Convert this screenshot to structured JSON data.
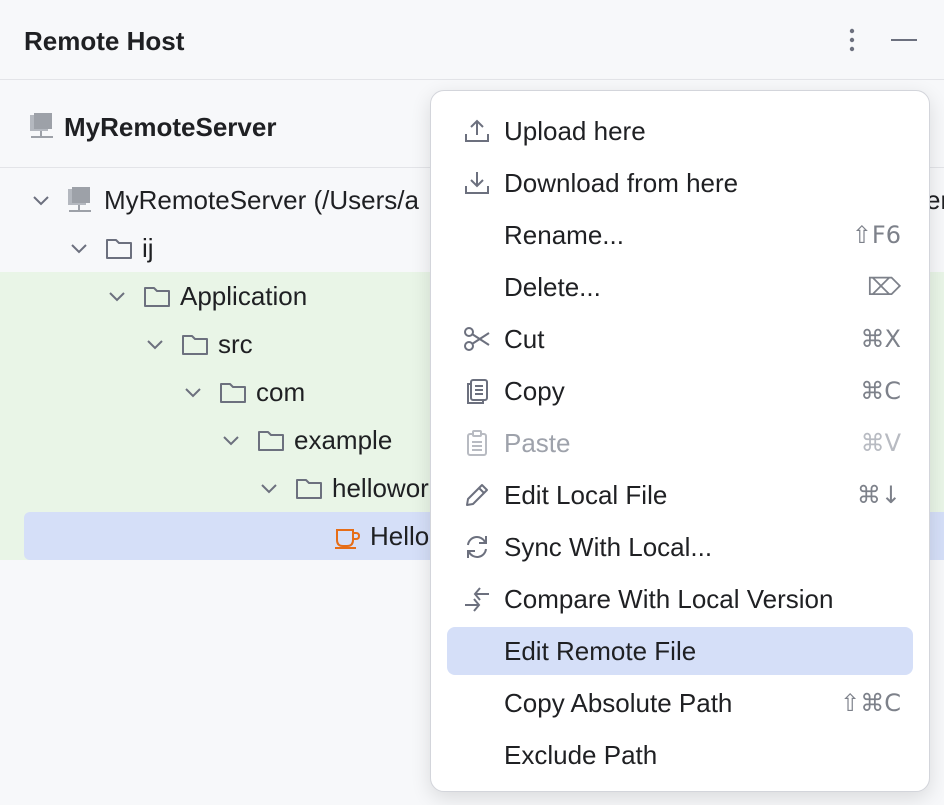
{
  "header": {
    "title": "Remote Host"
  },
  "server": {
    "name": "MyRemoteServer"
  },
  "tree": [
    {
      "label": "MyRemoteServer (/Users/a",
      "kind": "server",
      "depth": 0,
      "expanded": true
    },
    {
      "label": "ij",
      "kind": "folder",
      "depth": 1,
      "expanded": true
    },
    {
      "label": "Application",
      "kind": "folder",
      "depth": 2,
      "expanded": true,
      "vcs": true
    },
    {
      "label": "src",
      "kind": "folder",
      "depth": 3,
      "expanded": true,
      "vcs": true
    },
    {
      "label": "com",
      "kind": "folder",
      "depth": 4,
      "expanded": true,
      "vcs": true
    },
    {
      "label": "example",
      "kind": "folder",
      "depth": 5,
      "expanded": true,
      "vcs": true
    },
    {
      "label": "hellowor",
      "kind": "folder",
      "depth": 6,
      "expanded": true,
      "vcs": true
    },
    {
      "label": "Hello",
      "kind": "java-file",
      "depth": 7,
      "selected": true,
      "vcs": true
    }
  ],
  "tree_overflow_text": "er",
  "context_menu": {
    "items": [
      {
        "label": "Upload here",
        "icon": "upload-icon",
        "shortcut": ""
      },
      {
        "label": "Download from here",
        "icon": "download-icon",
        "shortcut": ""
      },
      {
        "label": "Rename...",
        "icon": "",
        "shortcut": "⇧F6"
      },
      {
        "label": "Delete...",
        "icon": "",
        "shortcut": "⌦"
      },
      {
        "label": "Cut",
        "icon": "scissors-icon",
        "shortcut": "⌘X"
      },
      {
        "label": "Copy",
        "icon": "copy-icon",
        "shortcut": "⌘C"
      },
      {
        "label": "Paste",
        "icon": "paste-icon",
        "shortcut": "⌘V",
        "disabled": true
      },
      {
        "label": "Edit Local File",
        "icon": "pencil-icon",
        "shortcut": "⌘↓"
      },
      {
        "label": "Sync With Local...",
        "icon": "sync-icon",
        "shortcut": ""
      },
      {
        "label": "Compare With Local Version",
        "icon": "compare-icon",
        "shortcut": ""
      },
      {
        "label": "Edit Remote File",
        "icon": "",
        "shortcut": "",
        "highlighted": true
      },
      {
        "label": "Copy Absolute Path",
        "icon": "",
        "shortcut": "⇧⌘C"
      },
      {
        "label": "Exclude Path",
        "icon": "",
        "shortcut": ""
      }
    ]
  },
  "colors": {
    "background": "#f7f8fa",
    "vcs_added_row": "#e9f5e7",
    "selection": "#d5dff8",
    "icon_gray": "#6c707e",
    "java_icon": "#e66d17"
  }
}
